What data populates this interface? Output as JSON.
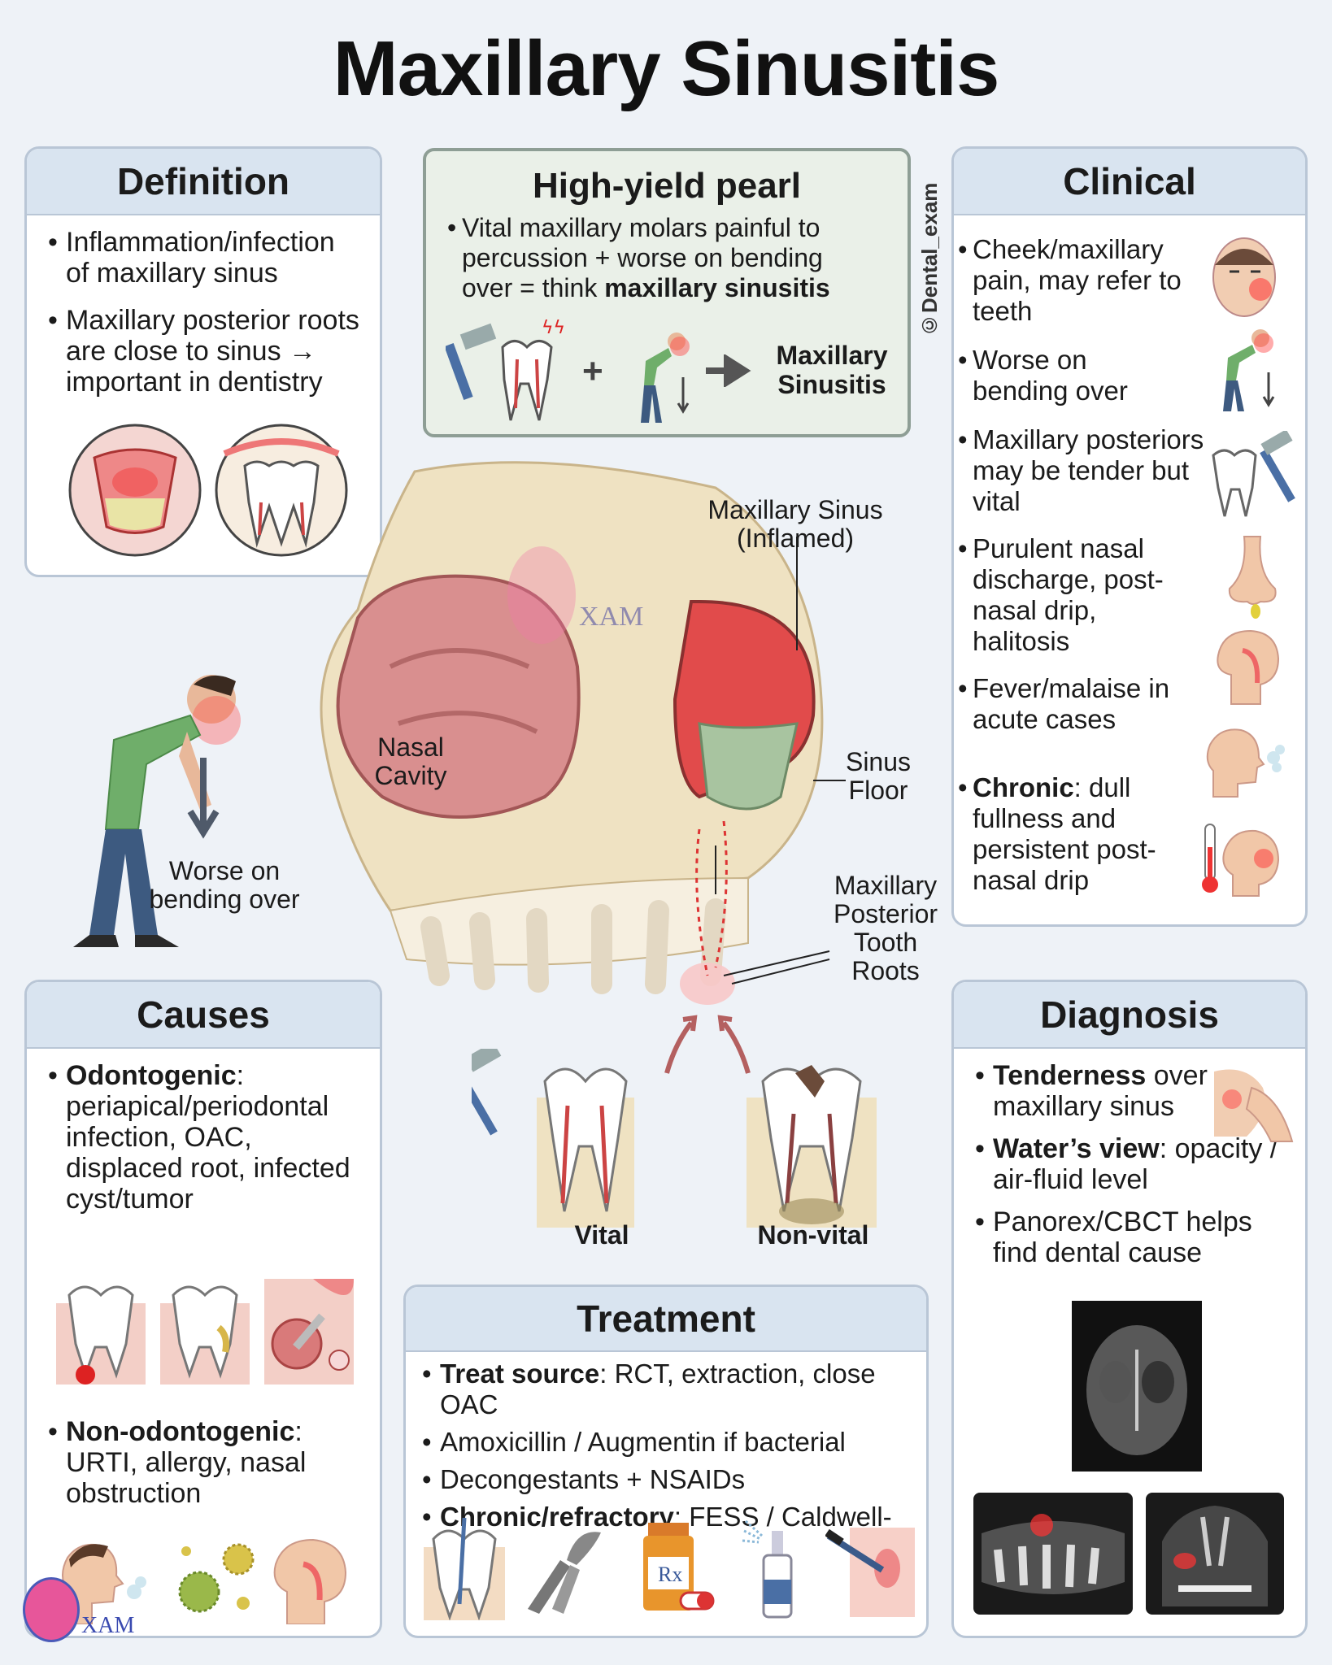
{
  "title": "Maxillary Sinusitis",
  "watermark": "©Dental_exam",
  "logo_text": "XAM",
  "definition": {
    "heading": "Definition",
    "items": [
      "Inflammation/infection of maxillary sinus",
      "Maxillary posterior roots are close to sinus → important in dentistry"
    ]
  },
  "pearl": {
    "heading": "High-yield pearl",
    "text_before": "Vital maxillary molars painful to percussion + worse on bending over = think ",
    "text_bold": "maxillary sinusitis",
    "plus": "+",
    "result": "Maxillary Sinusitis"
  },
  "clinical": {
    "heading": "Clinical",
    "items": [
      {
        "bold": "",
        "text": "Cheek/maxillary pain, may refer to teeth"
      },
      {
        "bold": "",
        "text": "Worse on bending over"
      },
      {
        "bold": "",
        "text": "Maxillary posteriors may be tender but vital"
      },
      {
        "bold": "",
        "text": "Purulent nasal discharge, post-nasal drip, halitosis"
      },
      {
        "bold": "",
        "text": "Fever/malaise in acute cases"
      },
      {
        "bold": "Chronic",
        "text": ": dull fullness and persistent post-nasal drip"
      }
    ]
  },
  "anatomy": {
    "sinus_label": "Maxillary Sinus (Inflamed)",
    "nasal_label": "Nasal Cavity",
    "floor_label": "Sinus Floor",
    "roots_label": "Maxillary Posterior Tooth Roots",
    "bending_label": "Worse on bending over",
    "vital_label": "Vital",
    "nonvital_label": "Non-vital"
  },
  "causes": {
    "heading": "Causes",
    "odontogenic_bold": "Odontogenic",
    "odontogenic_text": ": periapical/periodontal infection, OAC, displaced root, infected cyst/tumor",
    "non_bold": "Non-odontogenic",
    "non_text": ": URTI, allergy, nasal obstruction"
  },
  "treatment": {
    "heading": "Treatment",
    "items": [
      {
        "bold": "Treat source",
        "text": ": RCT, extraction, close OAC"
      },
      {
        "bold": "",
        "text": "Amoxicillin / Augmentin if bacterial"
      },
      {
        "bold": "",
        "text": "Decongestants + NSAIDs"
      },
      {
        "bold": "Chronic/refractory",
        "text": ": FESS / Caldwell-Luc"
      }
    ],
    "rx": "Rx"
  },
  "diagnosis": {
    "heading": "Diagnosis",
    "items": [
      {
        "bold": "Tenderness",
        "text": " over maxillary sinus"
      },
      {
        "bold": "Water’s view",
        "text": ": opacity / air-fluid level"
      },
      {
        "bold": "",
        "text": "Panorex/CBCT helps find dental cause"
      }
    ]
  },
  "colors": {
    "accent": "#d9e4f0",
    "border": "#b9c6d6",
    "inflamed": "#e34b4b",
    "bone": "#efe2c2",
    "tissue": "#d98f8f"
  }
}
